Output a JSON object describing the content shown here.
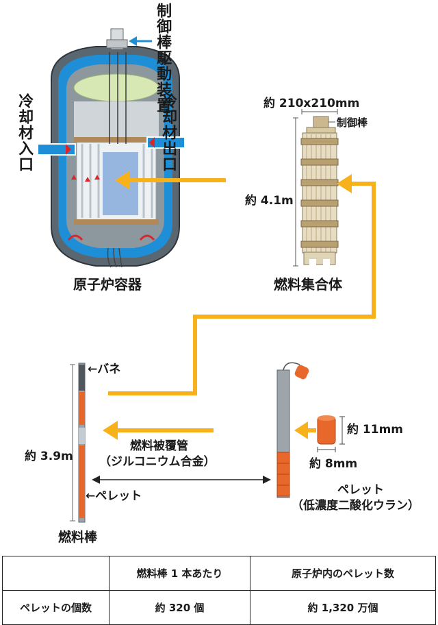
{
  "labels": {
    "drive": "制御棒駆動装置",
    "inlet": "冷却材入口",
    "outlet": "冷却材出口",
    "vessel": "原子炉容器",
    "assembly_size": "約 210x210mm",
    "assembly_rod": "制御棒",
    "assembly_height": "約 4.1m",
    "assembly": "燃料集合体",
    "spring": "←バネ",
    "rod_length": "約 3.9m",
    "cladding_1": "燃料被覆管",
    "cladding_2": "（ジルコニウム合金）",
    "pellet_arrow": "←ペレット",
    "rod": "燃料棒",
    "pellet_h": "約 11mm",
    "pellet_d": "約 8mm",
    "pellet_1": "ペレット",
    "pellet_2": "（低濃度二酸化ウラン）"
  },
  "table": {
    "header": [
      "",
      "燃料棒 1 本あたり",
      "原子炉内のペレット数"
    ],
    "row": [
      "ペレットの個数",
      "約 320 個",
      "約 1,320 万個"
    ]
  },
  "colors": {
    "arrow": "#f7b21b",
    "blue": "#1e8fd6",
    "pellet": "#e8672a",
    "vessel": "#5b6770"
  }
}
